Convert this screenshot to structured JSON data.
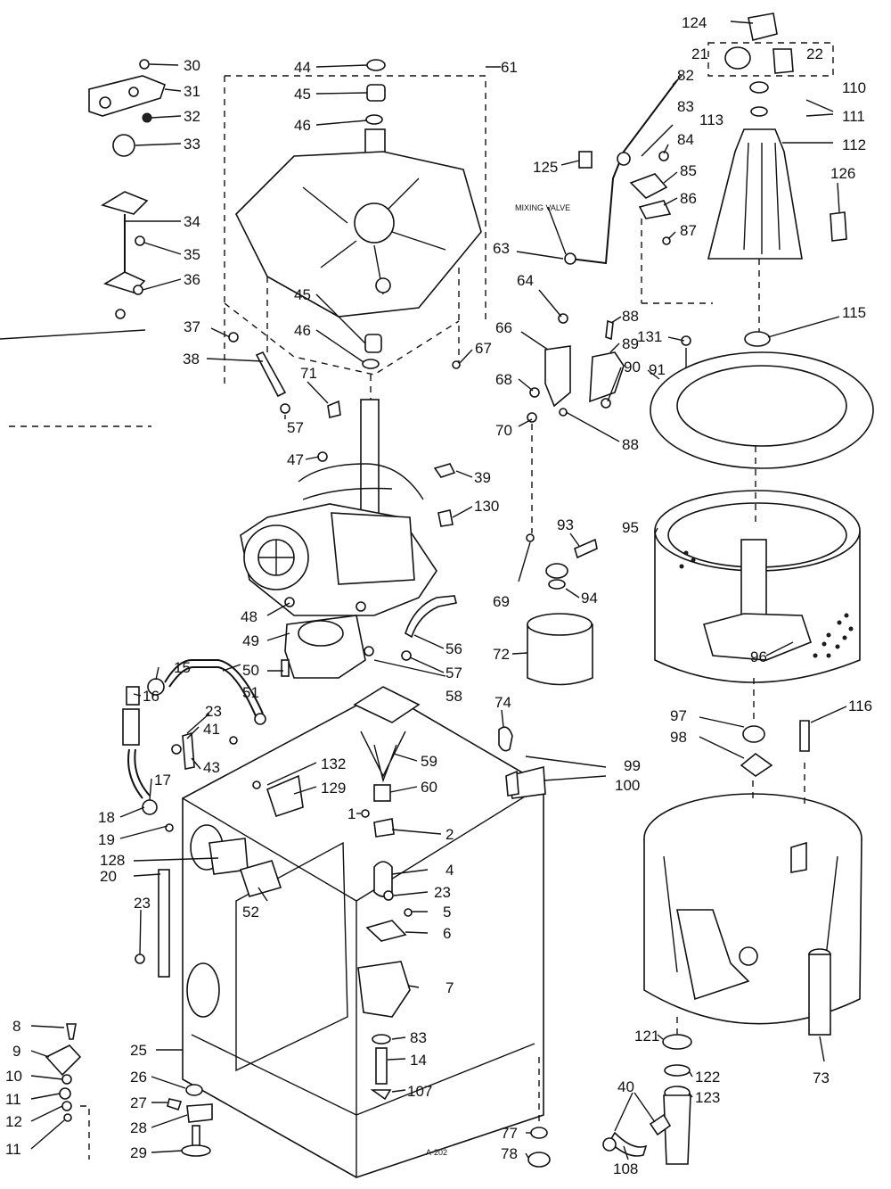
{
  "diagram": {
    "callouts": {
      "p124": "124",
      "p21": "21",
      "p22": "22",
      "p110": "110",
      "p111": "111",
      "p113": "113",
      "p112": "112",
      "p126": "126",
      "p82": "82",
      "p83": "83",
      "p84": "84",
      "p85": "85",
      "p86": "86",
      "p87": "87",
      "p125": "125",
      "p63": "63",
      "p64": "64",
      "p66": "66",
      "p67": "67",
      "p68": "68",
      "p70": "70",
      "p88a": "88",
      "p88b": "88",
      "p89": "89",
      "p90": "90",
      "p91": "91",
      "p131": "131",
      "p115": "115",
      "p30": "30",
      "p31": "31",
      "p32": "32",
      "p33": "33",
      "p34": "34",
      "p35": "35",
      "p36": "36",
      "p37": "37",
      "p38": "38",
      "p57a": "57",
      "p71": "71",
      "p44": "44",
      "p45a": "45",
      "p46a": "46",
      "p61": "61",
      "p45b": "45",
      "p46b": "46",
      "p47": "47",
      "p39": "39",
      "p130": "130",
      "p48": "48",
      "p49": "49",
      "p50": "50",
      "p51": "51",
      "p56": "56",
      "p57b": "57",
      "p58": "58",
      "p69": "69",
      "p93": "93",
      "p94": "94",
      "p72": "72",
      "p95": "95",
      "p96": "96",
      "p15": "15",
      "p16": "16",
      "p23a": "23",
      "p41": "41",
      "p43": "43",
      "p17": "17",
      "p18": "18",
      "p19": "19",
      "p128": "128",
      "p20": "20",
      "p23b": "23",
      "p132": "132",
      "p129": "129",
      "p59": "59",
      "p60": "60",
      "p74": "74",
      "p99": "99",
      "p100": "100",
      "p97": "97",
      "p98": "98",
      "p116": "116",
      "p1": "1",
      "p2": "2",
      "p4": "4",
      "p23c": "23",
      "p5": "5",
      "p6": "6",
      "p52": "52",
      "p7": "7",
      "p83b": "83",
      "p14": "14",
      "p107": "107",
      "p8": "8",
      "p9": "9",
      "p10": "10",
      "p11a": "11",
      "p12": "12",
      "p11b": "11",
      "p25": "25",
      "p26": "26",
      "p27": "27",
      "p28": "28",
      "p29": "29",
      "p77": "77",
      "p78": "78",
      "p73": "73",
      "p121": "121",
      "p122": "122",
      "p123": "123",
      "p40": "40",
      "p108": "108"
    },
    "labels": {
      "mixing_valve": "MIXING VALVE",
      "figure_code": "A-202"
    }
  }
}
